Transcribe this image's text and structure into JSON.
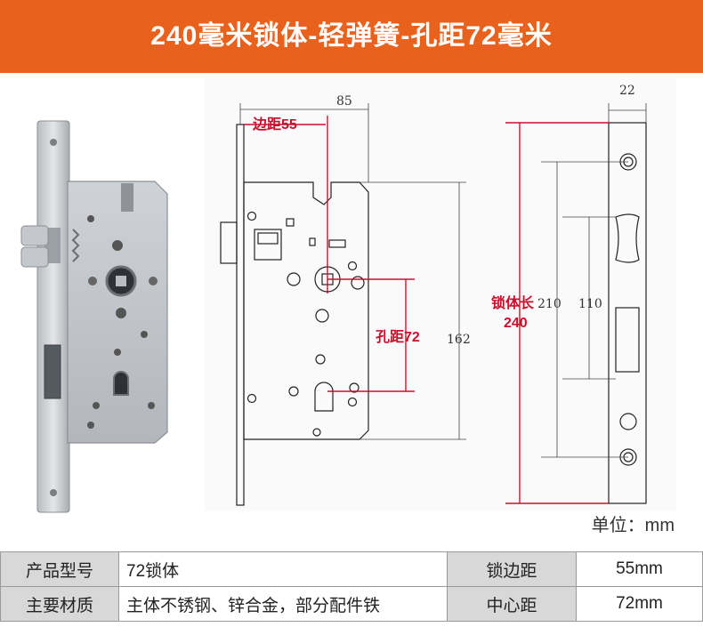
{
  "banner": {
    "title": "240毫米锁体-轻弹簧-孔距72毫米",
    "color": "#e8621e"
  },
  "drawing": {
    "dim_top_backset": "85",
    "label_backset": "边距55",
    "label_hole_distance": "孔距72",
    "dim_body_height": "162",
    "dim_faceplate_width": "22",
    "label_lock_length": "锁体长",
    "label_lock_length_value": "240",
    "dim_210": "210",
    "dim_110": "110",
    "accent_color": "#c8102e"
  },
  "unit_label": "单位：mm",
  "specs": {
    "rows": [
      {
        "label1": "产品型号",
        "value1": "72锁体",
        "label2": "锁边距",
        "value2": "55mm"
      },
      {
        "label1": "主要材质",
        "value1": "主体不锈钢、锌合金，部分配件铁",
        "label2": "中心距",
        "value2": "72mm"
      }
    ]
  }
}
